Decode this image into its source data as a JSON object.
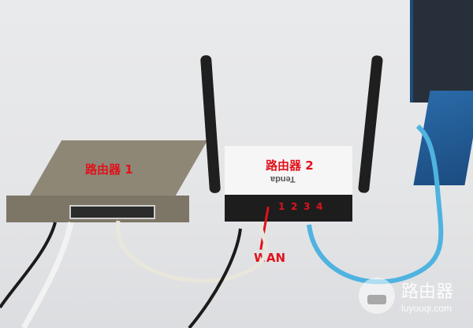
{
  "photo": {
    "description": "Two routers cascaded: router 1 LAN port cabled to router 2 WAN port, router 2 LAN port 3 cabled to laptop",
    "labels": {
      "router1": "路由器 1",
      "router2": "路由器 2",
      "wan": "WAN",
      "ports": [
        "1",
        "2",
        "3",
        "4"
      ]
    },
    "brand_on_router2": "Tenda"
  },
  "watermark": {
    "title": "路由器",
    "url": "luyouqi.com"
  },
  "colors": {
    "label_red": "#e0121b",
    "cable_blue": "#4fb3e0",
    "router1_body": "#8a8272",
    "router2_body": "#f6f6f6"
  }
}
